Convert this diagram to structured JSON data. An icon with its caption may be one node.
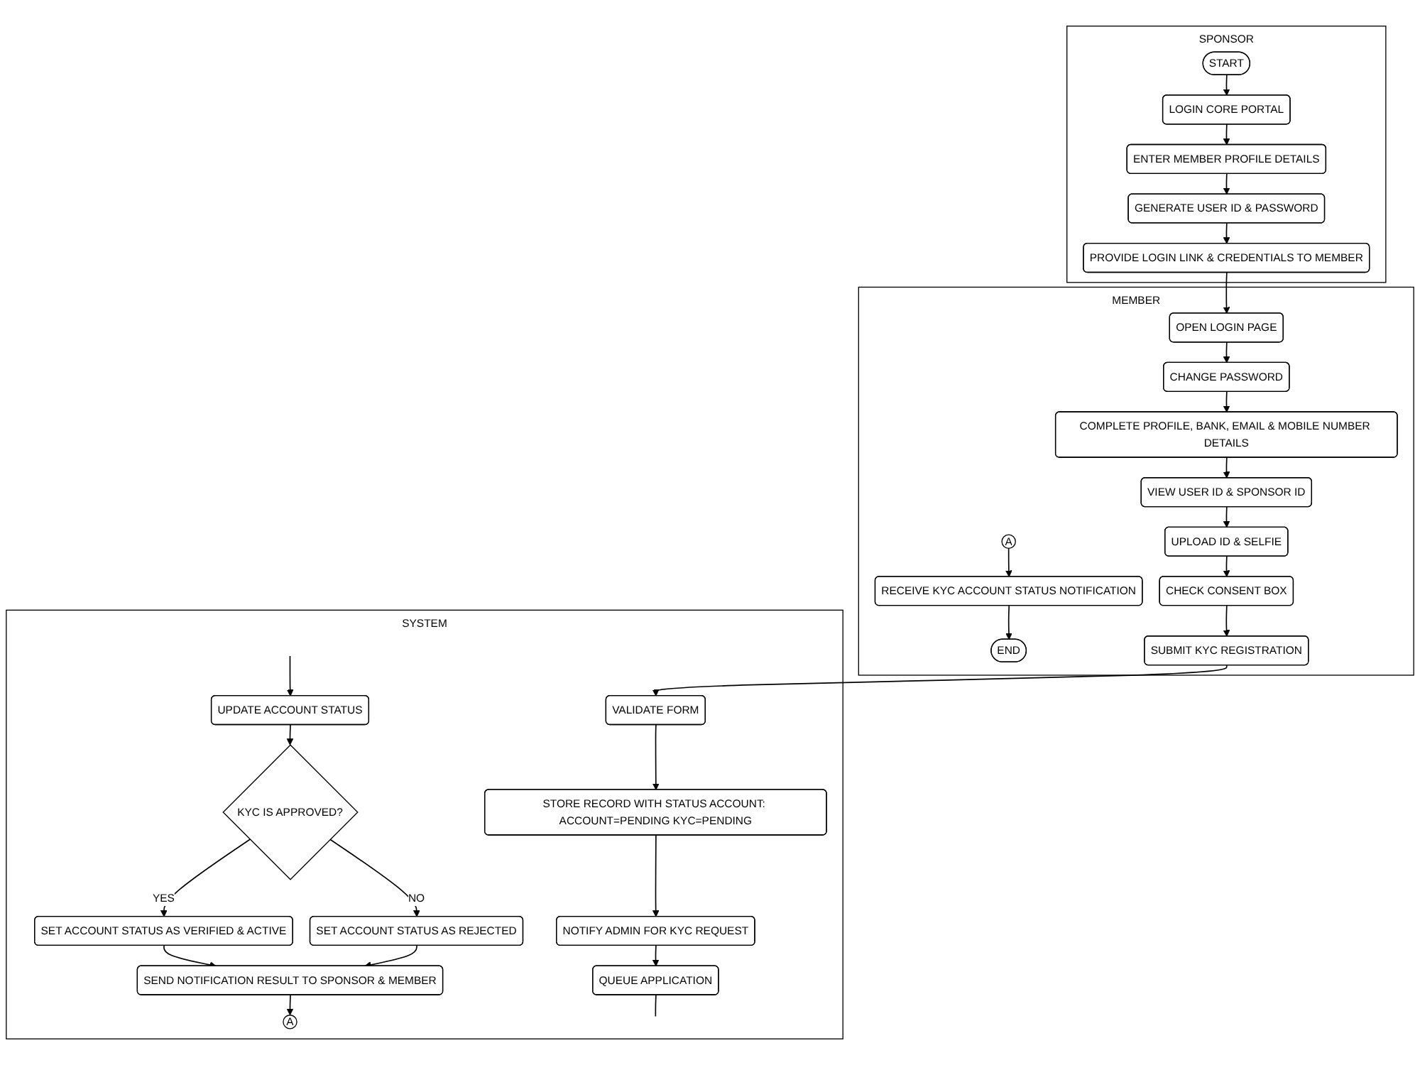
{
  "diagram": {
    "nodes": [
      {
        "text": [
          "SPONSOR"
        ]
      },
      {
        "text": [
          "START"
        ],
        "in": 0
      },
      {
        "text": [
          "LOGIN CORE PORTAL"
        ],
        "in": 0
      },
      {
        "text": [
          "ENTER MEMBER PROFILE DETAILS"
        ],
        "in": 0
      },
      {
        "text": [
          "GENERATE USER ID & PASSWORD"
        ],
        "in": 0
      },
      {
        "text": [
          "PROVIDE LOGIN LINK & CREDENTIALS TO MEMBER"
        ],
        "in": 0
      },
      {
        "text": [
          "MEMBER"
        ]
      },
      {
        "text": [
          "OPEN LOGIN PAGE"
        ],
        "in": 6
      },
      {
        "text": [
          "CHANGE PASSWORD"
        ],
        "in": 6
      },
      {
        "text": [
          "COMPLETE PROFILE, BANK, EMAIL & MOBILE NUMBER DETAILS"
        ],
        "in": 6
      },
      {
        "text": [
          "VIEW USER ID & SPONSOR ID"
        ],
        "in": 6
      },
      {
        "text": [
          "UPLOAD ID & SELFIE"
        ],
        "in": 6
      },
      {
        "text": [
          "CHECK CONSENT BOX"
        ],
        "in": 6
      },
      {
        "text": [
          "A"
        ],
        "in": 6
      },
      {
        "text": [
          "RECEIVE KYC ACCOUNT STATUS NOTIFICATION"
        ],
        "in": 6
      },
      {
        "text": [
          "END"
        ],
        "in": 6
      },
      {
        "text": [
          "SUBMIT KYC REGISTRATION"
        ],
        "in": 6
      },
      {
        "text": [
          "SYSTEM"
        ]
      },
      {
        "text": [
          "QUEUE APPLICATION"
        ],
        "in": 17
      },
      {
        "text": [
          "NOTIFY ADMIN FOR KYC REQUEST"
        ],
        "in": 17
      },
      {
        "text": [
          "STORE RECORD WITH STATUS ACCOUNT: ACCOUNT=PENDING KYC=PENDING"
        ],
        "in": 17
      },
      {
        "text": [
          "VALIDATE FORM"
        ],
        "in": 17
      },
      {
        "text": [
          "UPDATE ACCOUNT STATUS"
        ],
        "in": 17
      },
      {
        "text": [
          "KYC IS APPROVED?"
        ],
        "in": 17
      },
      {
        "text": [
          "SET ACCOUNT STATUS AS VERIFIED & ACTIVE"
        ],
        "in": 17
      },
      {
        "text": [
          "SET ACCOUNT STATUS AS REJECTED"
        ],
        "in": 17
      },
      {
        "text": [
          "SEND NOTIFICATION RESULT TO SPONSOR & MEMBER"
        ],
        "in": 17
      },
      {
        "text": [
          "A"
        ],
        "in": 17
      }
    ],
    "edges": [
      {
        "from": 1,
        "to": 2,
        "arrow": "to"
      },
      {
        "from": 2,
        "to": 3,
        "arrow": "to"
      },
      {
        "from": 3,
        "to": 4,
        "arrow": "to"
      },
      {
        "from": 4,
        "to": 5,
        "arrow": "to"
      },
      {
        "from": 5,
        "to": 7,
        "arrow": "to"
      },
      {
        "from": 7,
        "to": 8,
        "arrow": "to"
      },
      {
        "from": 8,
        "to": 9,
        "arrow": "to"
      },
      {
        "from": 9,
        "to": 10,
        "arrow": "to"
      },
      {
        "from": 10,
        "to": 11,
        "arrow": "to"
      },
      {
        "from": 11,
        "to": 12,
        "arrow": "to"
      },
      {
        "from": 12,
        "to": 16,
        "arrow": "to"
      },
      {
        "from": 13,
        "to": 14,
        "arrow": "to"
      },
      {
        "from": 14,
        "to": 15,
        "arrow": "to"
      },
      {
        "from": 16,
        "to": 21,
        "arrow": "to"
      },
      {
        "from": 21,
        "to": 20,
        "arrow": "to"
      },
      {
        "from": 20,
        "to": 19,
        "arrow": "to"
      },
      {
        "from": 19,
        "to": 18,
        "arrow": "to"
      },
      {
        "from": 18,
        "to": null,
        "arrow": "none"
      },
      {
        "from": null,
        "to": 22,
        "arrow": "to"
      },
      {
        "from": 22,
        "to": 23,
        "arrow": "to"
      },
      {
        "from": 23,
        "to": 24,
        "label": "YES",
        "arrow": "to"
      },
      {
        "from": 23,
        "to": 25,
        "label": "NO",
        "arrow": "to"
      },
      {
        "from": 24,
        "to": 26,
        "arrow": "to"
      },
      {
        "from": 25,
        "to": 26,
        "arrow": "to"
      },
      {
        "from": 26,
        "to": 27,
        "arrow": "to"
      }
    ]
  }
}
